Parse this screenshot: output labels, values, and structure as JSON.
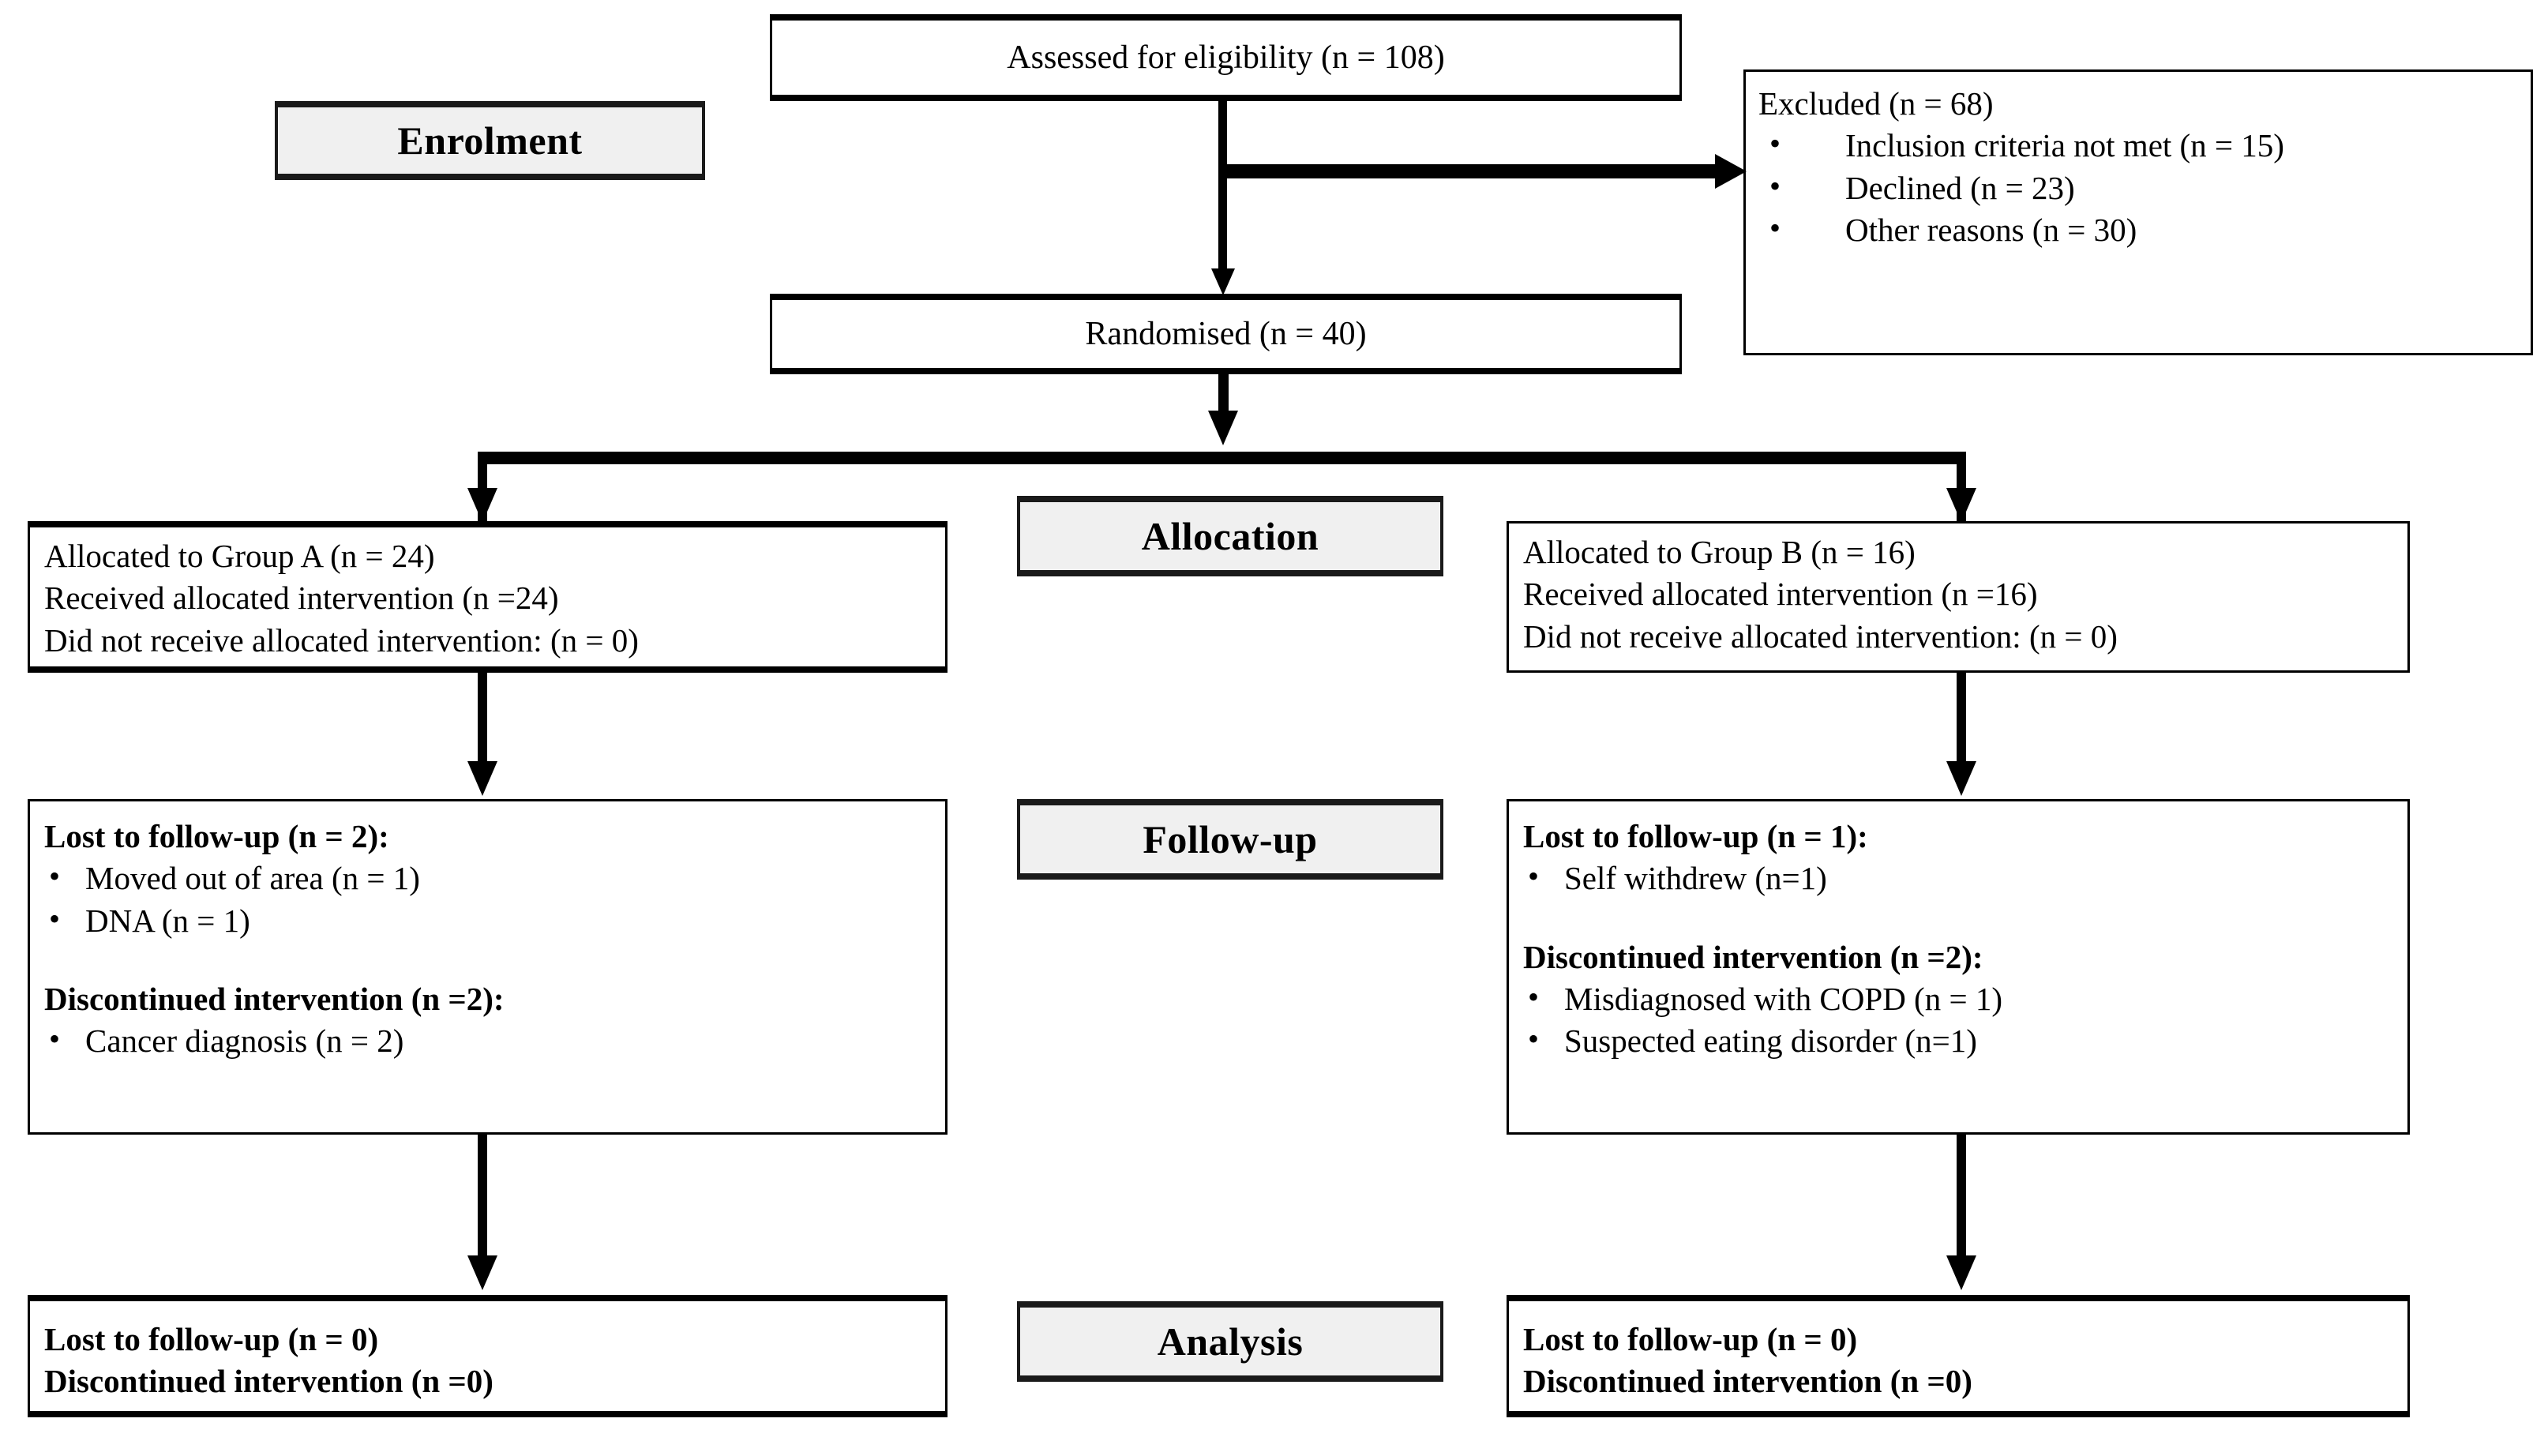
{
  "diagram": {
    "type": "CONSORT flow diagram",
    "stage_labels": [
      {
        "id": "enrolment",
        "label": "Enrolment"
      },
      {
        "id": "allocation",
        "label": "Allocation"
      },
      {
        "id": "followup",
        "label": "Follow-up"
      },
      {
        "id": "analysis",
        "label": "Analysis"
      }
    ],
    "enrolment": {
      "assessed": {
        "text": "Assessed  for eligibility  (n = 108)"
      },
      "excluded": {
        "heading": "Excluded  (n = 68)",
        "reasons": [
          "Inclusion  criteria not met (n = 15)",
          "Declined  (n = 23)",
          "Other reasons  (n = 30)"
        ]
      },
      "randomised": {
        "text": "Randomised  (n = 40)"
      }
    },
    "allocation": {
      "left": {
        "heading_bold": "Allocated to Group A",
        "heading_rest": " (n = 24)",
        "lines": [
          "Received  allocated  intervention  (n =24)",
          "Did not receive  allocated  intervention:  (n = 0)"
        ]
      },
      "right": {
        "heading_bold": "Allocated to Group B",
        "heading_rest": " (n = 16)",
        "lines": [
          "Received  allocated  intervention  (n =16)",
          "Did not receive  allocated  intervention:  (n = 0)"
        ]
      }
    },
    "followup": {
      "left": {
        "lost_heading": "Lost to follow-up (n = 2):",
        "lost_items": [
          "Moved  out of area (n = 1)",
          "DNA (n = 1)"
        ],
        "disc_heading": "Discontinued intervention (n =2):",
        "disc_items": [
          "Cancer diagnosis  (n = 2)"
        ]
      },
      "right": {
        "lost_heading": "Lost to follow-up (n = 1):",
        "lost_items": [
          "Self withdrew  (n=1)"
        ],
        "disc_heading": "Discontinued intervention (n =2):",
        "disc_items": [
          "Misdiagnosed  with  COPD (n = 1)",
          "Suspected  eating disorder  (n=1)"
        ]
      }
    },
    "analysis": {
      "left": {
        "lines": [
          "Lost to follow-up (n = 0)",
          "Discontinued intervention (n =0)"
        ]
      },
      "right": {
        "lines": [
          "Lost to follow-up (n = 0)",
          "Discontinued intervention (n =0)"
        ]
      }
    },
    "colors": {
      "stroke": "#000000",
      "stage_label_fill": "#f0f0f0",
      "box_fill": "#ffffff"
    }
  }
}
